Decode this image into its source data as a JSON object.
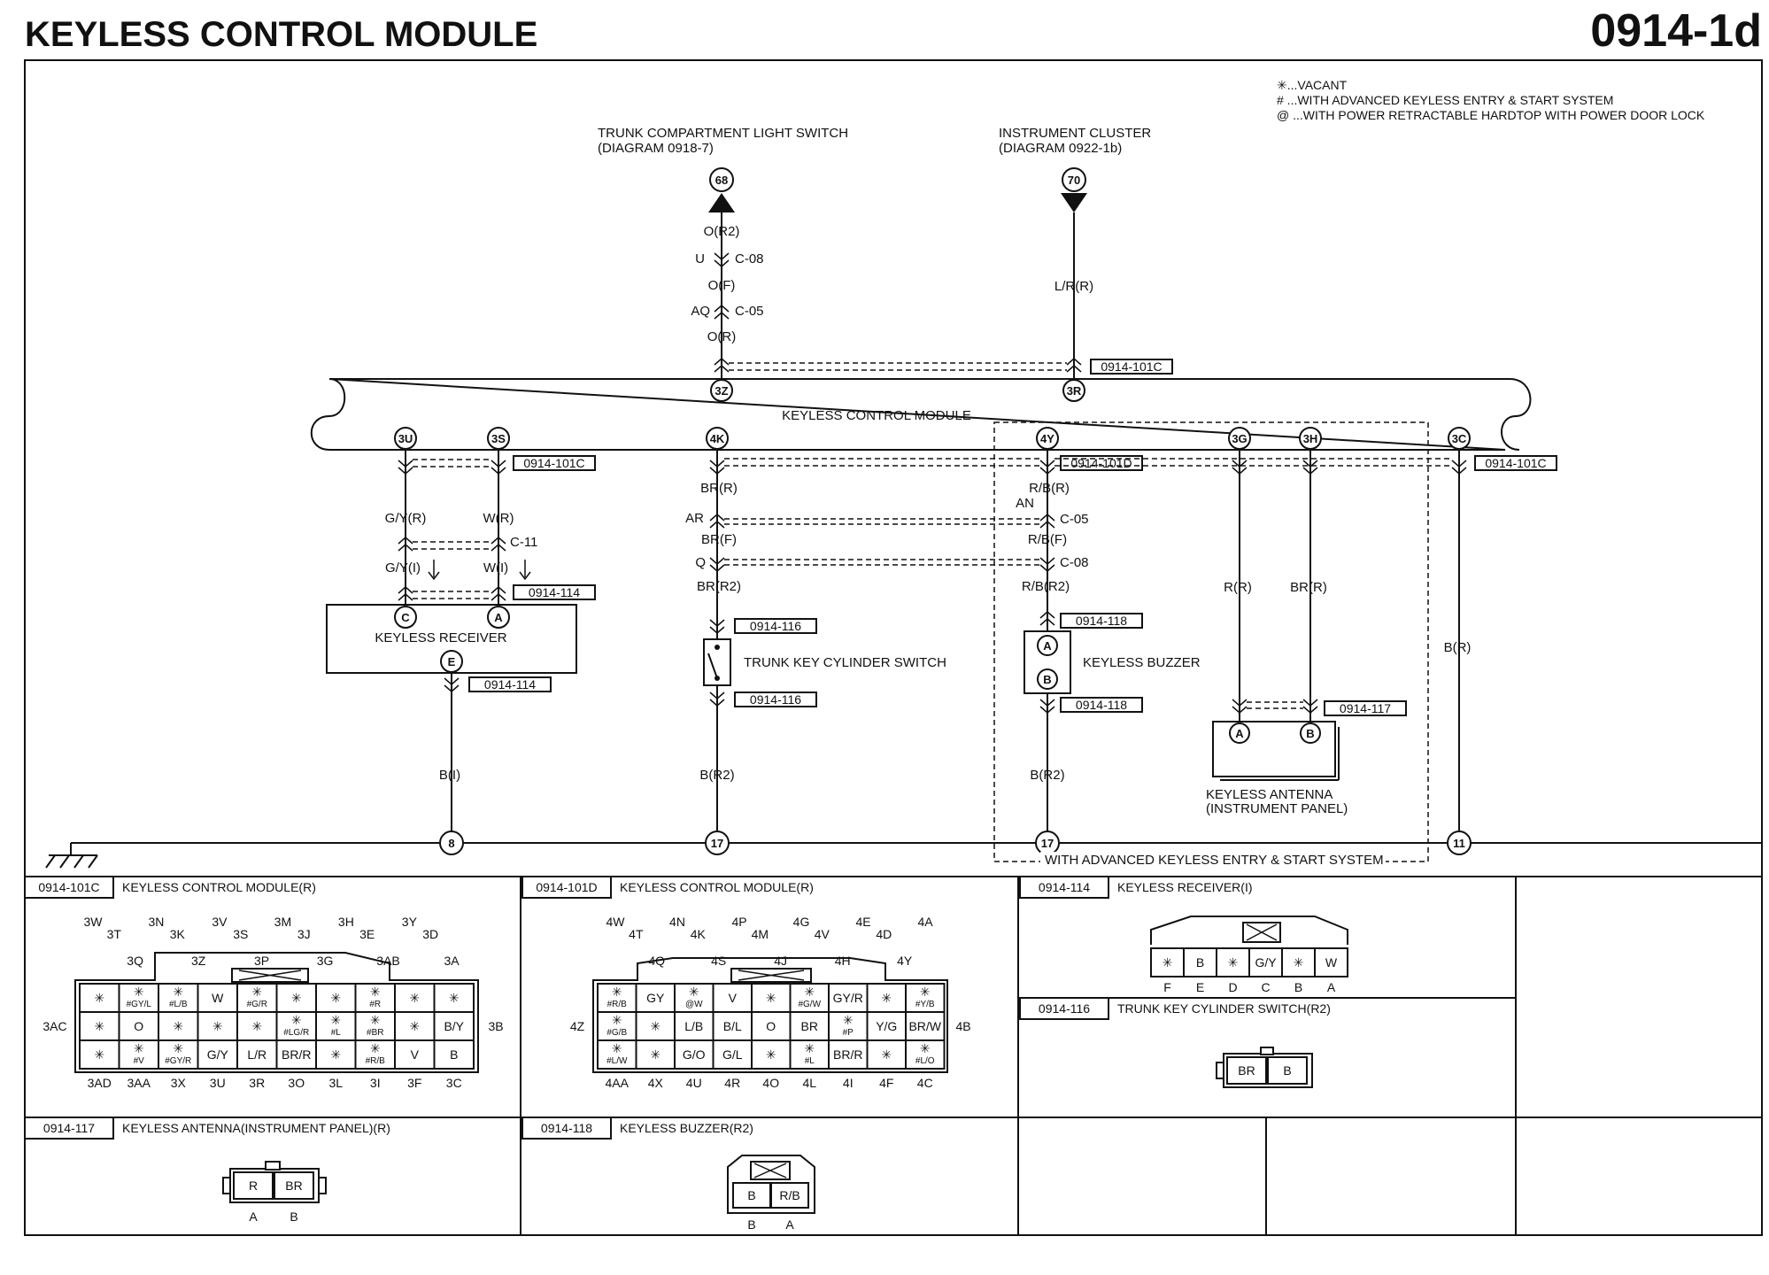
{
  "header": {
    "title": "KEYLESS CONTROL MODULE",
    "code": "0914-1d"
  },
  "legend": [
    "✳...VACANT",
    "# ...WITH ADVANCED KEYLESS ENTRY & START SYSTEM",
    "@ ...WITH POWER RETRACTABLE HARDTOP WITH POWER DOOR LOCK"
  ],
  "top_refs": {
    "trunk_light": {
      "name": "TRUNK COMPARTMENT LIGHT SWITCH",
      "diagram": "(DIAGRAM 0918-7)",
      "num": "68"
    },
    "cluster": {
      "name": "INSTRUMENT CLUSTER",
      "diagram": "(DIAGRAM 0922-1b)",
      "num": "70"
    }
  },
  "module_label": "KEYLESS CONTROL MODULE",
  "module_pins": {
    "p3Z": "3Z",
    "p3R": "3R",
    "p3U": "3U",
    "p3S": "3S",
    "p4K": "4K",
    "p4Y": "4Y",
    "p3G": "3G",
    "p3H": "3H",
    "p3C": "3C"
  },
  "wires": {
    "w_or2": "O(R2)",
    "w_of": "O(F)",
    "w_or": "O(R)",
    "w_lrr": "L/R(R)",
    "w_gyr": "G/Y(R)",
    "w_wr": "W(R)",
    "w_gyi": "G/Y(I)",
    "w_wi": "W(I)",
    "w_bi": "B(I)",
    "w_brr": "BR(R)",
    "w_brf": "BR(F)",
    "w_brr2": "BR(R2)",
    "w_br2": "B(R2)",
    "w_rbr": "R/B(R)",
    "w_rbf": "R/B(F)",
    "w_rbr2": "R/B(R2)",
    "w_br2b": "B(R2)",
    "w_rr": "R(R)",
    "w_brr_ant": "BR(R)",
    "w_bry": "B(R)"
  },
  "splice_labels": {
    "u": "U",
    "c08": "C-08",
    "aq": "AQ",
    "c05": "C-05",
    "c11": "C-11",
    "ar": "AR",
    "q": "Q",
    "an": "AN",
    "c05b": "C-05",
    "c08b": "C-08"
  },
  "connector_refs": {
    "r101c_top": "0914-101C",
    "r101c_left": "0914-101C",
    "r114_a": "0914-114",
    "r114_b": "0914-114",
    "r116_a": "0914-116",
    "r116_b": "0914-116",
    "r101d": "0914-101D",
    "r118_a": "0914-118",
    "r118_b": "0914-118",
    "r117": "0914-117",
    "r101c_right": "0914-101C"
  },
  "components": {
    "receiver": {
      "name": "KEYLESS RECEIVER",
      "pC": "C",
      "pA": "A",
      "pE": "E"
    },
    "trunk_switch": "TRUNK KEY CYLINDER SWITCH",
    "buzzer": {
      "name": "KEYLESS BUZZER",
      "pA": "A",
      "pB": "B"
    },
    "antenna": {
      "name": "KEYLESS ANTENNA",
      "sub": "(INSTRUMENT PANEL)",
      "pA": "A",
      "pB": "B"
    }
  },
  "grounds": {
    "g8": "8",
    "g17a": "17",
    "g17b": "17",
    "g11": "11"
  },
  "advanced_note": "WITH ADVANCED KEYLESS ENTRY & START SYSTEM",
  "panels": {
    "p101c": {
      "code": "0914-101C",
      "title": "KEYLESS CONTROL MODULE(R)",
      "top_labels": [
        "3W",
        "3T",
        "3Q",
        "3N",
        "3K",
        "3Z",
        "3V",
        "3S",
        "3P",
        "3M",
        "3J",
        "3G",
        "3H",
        "3E",
        "3AB",
        "3Y",
        "3D",
        "3A"
      ],
      "side_left": "3AC",
      "side_right": "3B",
      "rows": [
        [
          "✳",
          "✳ #GY/L",
          "✳ #L/B",
          "W",
          "✳ #G/R",
          "✳",
          "✳",
          "✳ #R",
          "✳",
          "✳"
        ],
        [
          "✳",
          "O",
          "✳",
          "✳",
          "✳",
          "✳ #LG/R",
          "✳ #L",
          "✳ #BR",
          "✳",
          "B/Y"
        ],
        [
          "✳",
          "✳ #V",
          "✳ #GY/R",
          "G/Y",
          "L/R",
          "BR/R",
          "✳",
          "✳ #R/B",
          "V",
          "B"
        ]
      ],
      "bottom_labels": [
        "3AD",
        "3AA",
        "3X",
        "3U",
        "3R",
        "3O",
        "3L",
        "3I",
        "3F",
        "3C"
      ]
    },
    "p101d": {
      "code": "0914-101D",
      "title": "KEYLESS CONTROL MODULE(R)",
      "top_labels": [
        "4W",
        "4T",
        "4Q",
        "4N",
        "4K",
        "4S",
        "4P",
        "4M",
        "4J",
        "4G",
        "4V",
        "4H",
        "4E",
        "4D",
        "4Y",
        "4A"
      ],
      "side_left": "4Z",
      "side_right": "4B",
      "rows": [
        [
          "✳ #R/B",
          "GY",
          "✳ @W",
          "V",
          "✳",
          "✳ #G/W",
          "GY/R",
          "✳",
          "✳ #Y/B"
        ],
        [
          "✳ #G/B",
          "✳",
          "L/B",
          "B/L",
          "O",
          "BR",
          "✳ #P",
          "Y/G",
          "BR/W"
        ],
        [
          "✳ #L/W",
          "✳",
          "G/O",
          "G/L",
          "✳",
          "✳ #L",
          "BR/R",
          "✳",
          "✳ #L/O"
        ]
      ],
      "bottom_labels": [
        "4AA",
        "4X",
        "4U",
        "4R",
        "4O",
        "4L",
        "4I",
        "4F",
        "4C"
      ]
    },
    "p114": {
      "code": "0914-114",
      "title": "KEYLESS RECEIVER(I)",
      "cells": [
        "✳",
        "B",
        "✳",
        "G/Y",
        "✳",
        "W"
      ],
      "pins": [
        "F",
        "E",
        "D",
        "C",
        "B",
        "A"
      ]
    },
    "p116": {
      "code": "0914-116",
      "title": "TRUNK KEY CYLINDER SWITCH(R2)",
      "cells": [
        "BR",
        "B"
      ]
    },
    "p117": {
      "code": "0914-117",
      "title": "KEYLESS ANTENNA(INSTRUMENT PANEL)(R)",
      "cells": [
        "R",
        "BR"
      ],
      "pins": [
        "A",
        "B"
      ]
    },
    "p118": {
      "code": "0914-118",
      "title": "KEYLESS BUZZER(R2)",
      "cells": [
        "B",
        "R/B"
      ],
      "pins": [
        "B",
        "A"
      ]
    }
  }
}
